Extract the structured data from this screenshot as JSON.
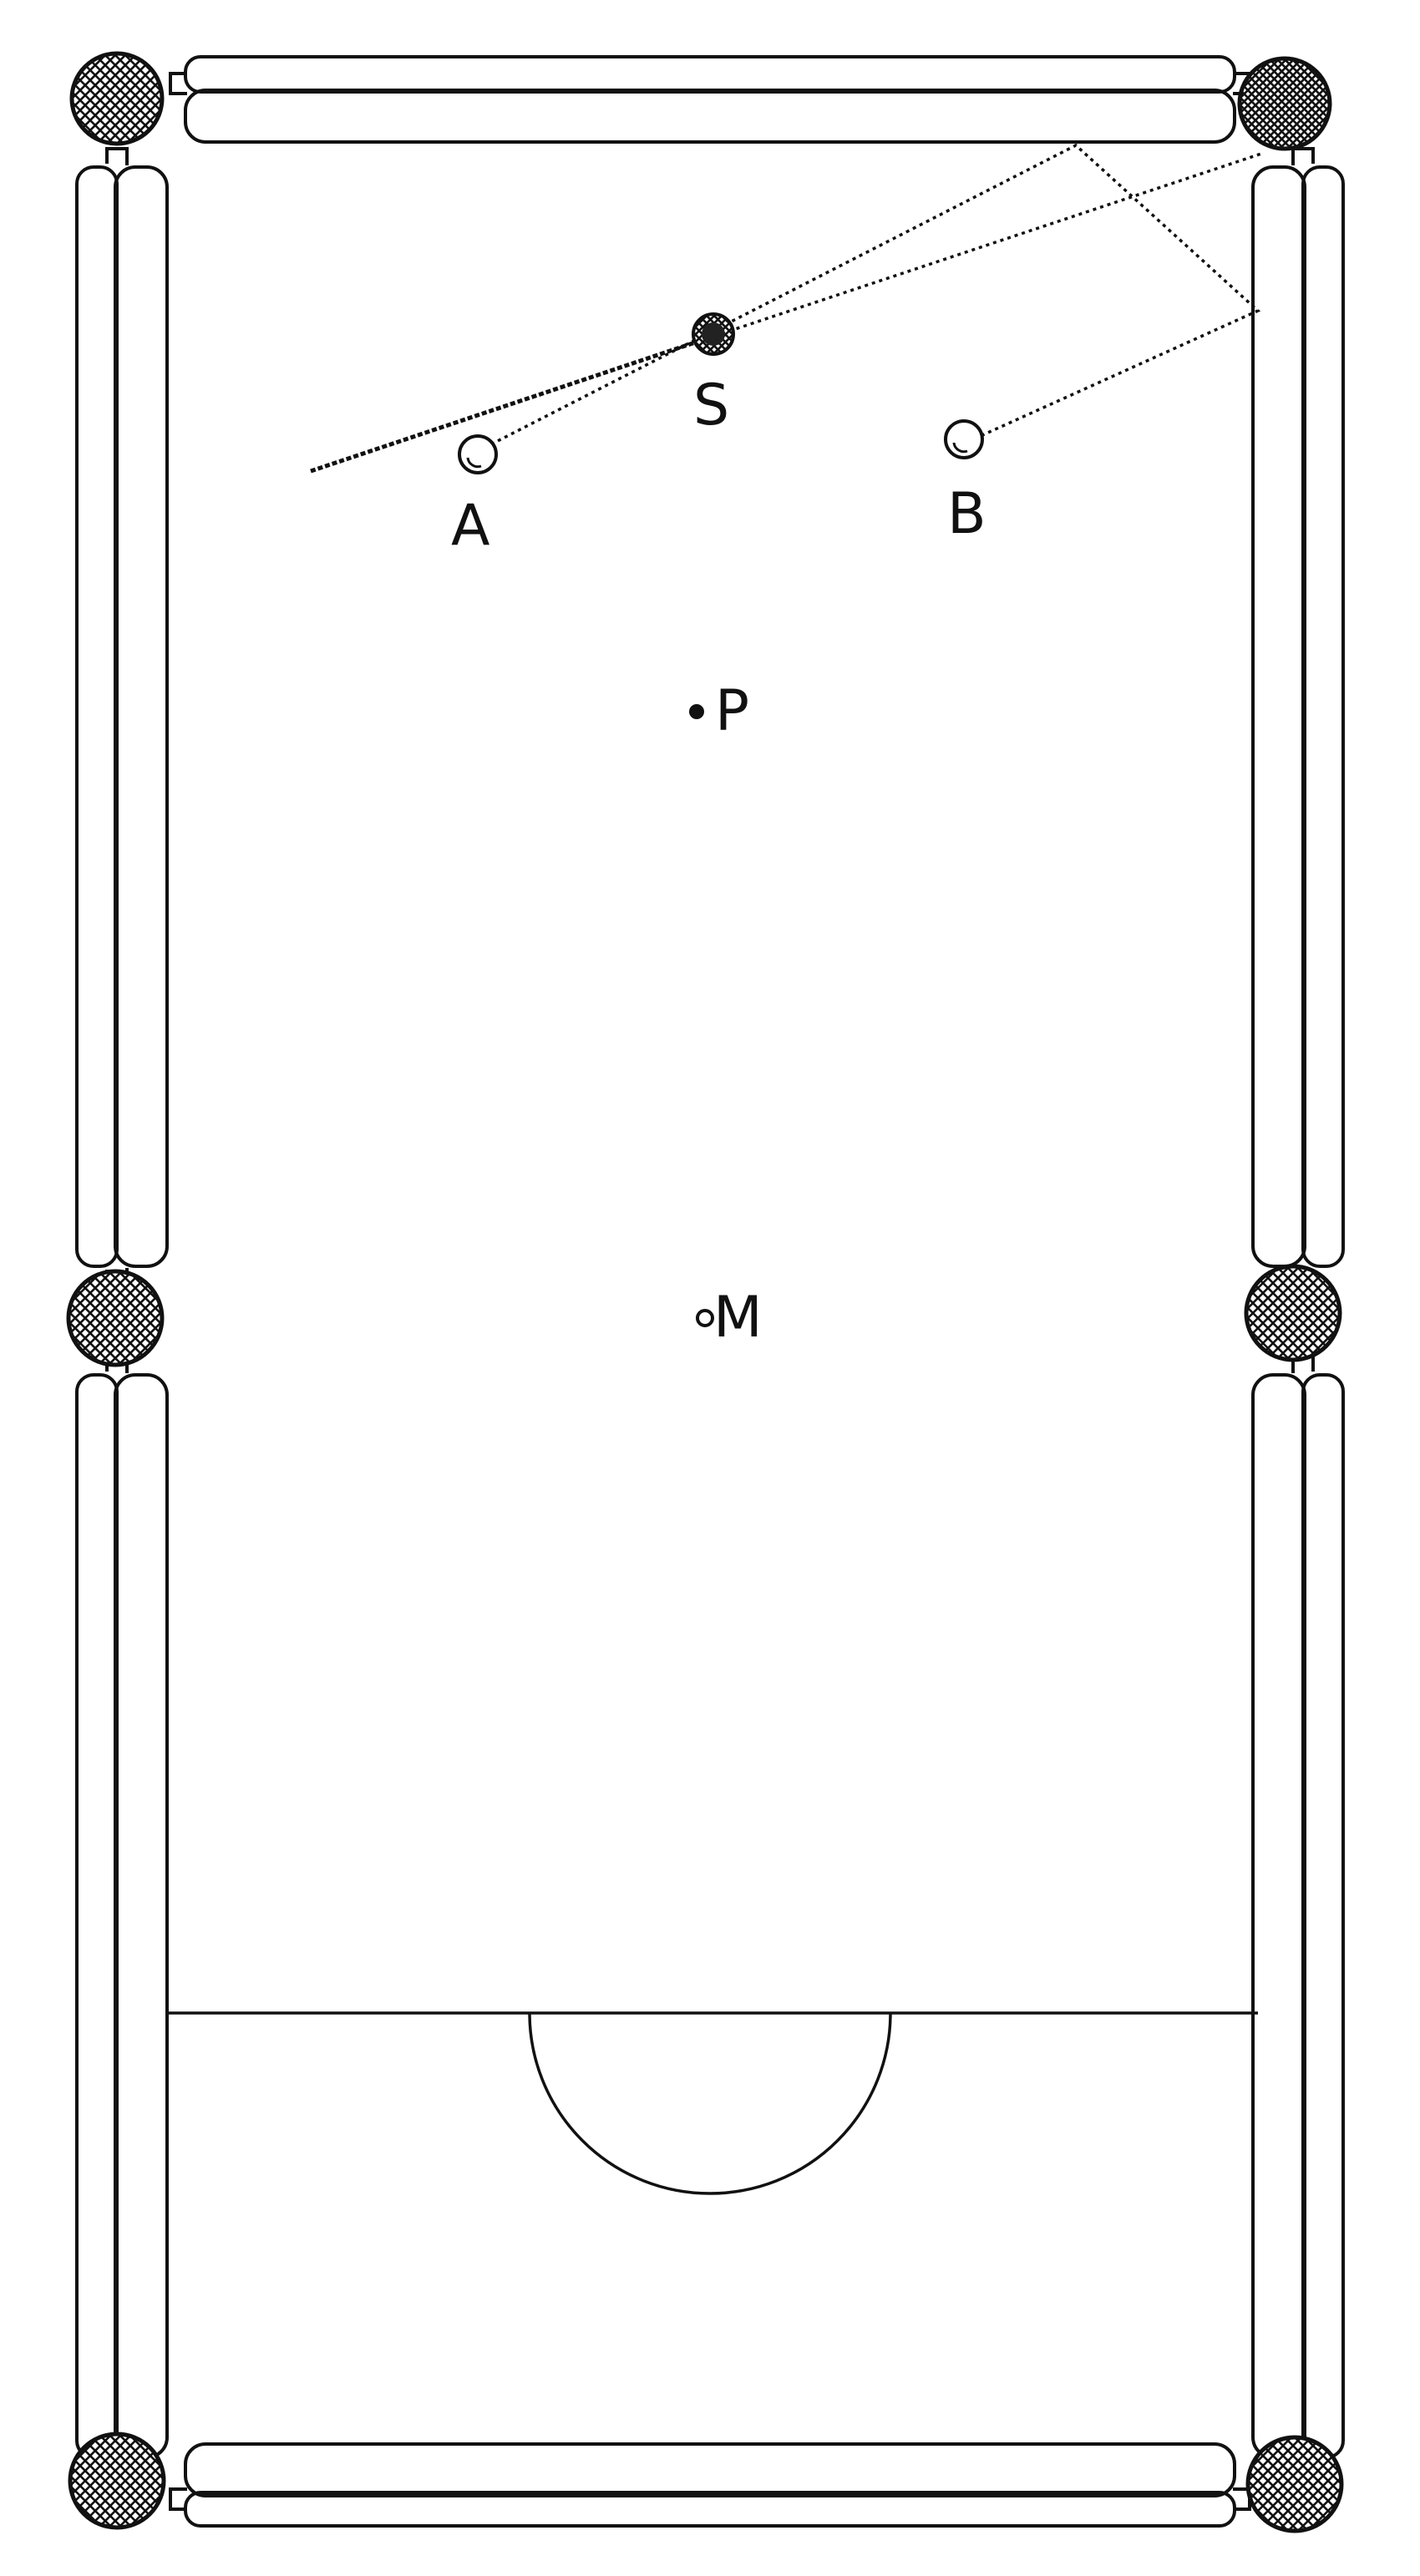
{
  "colors": {
    "ink": "#111111",
    "paper": "#ffffff"
  },
  "icons": {
    "pocket": "crosshatched-pocket",
    "spot": "filled-dot"
  },
  "labels": {
    "ball_a": "A",
    "ball_b": "B",
    "ball_s": "S",
    "spot_p": "P",
    "spot_m": "M"
  }
}
